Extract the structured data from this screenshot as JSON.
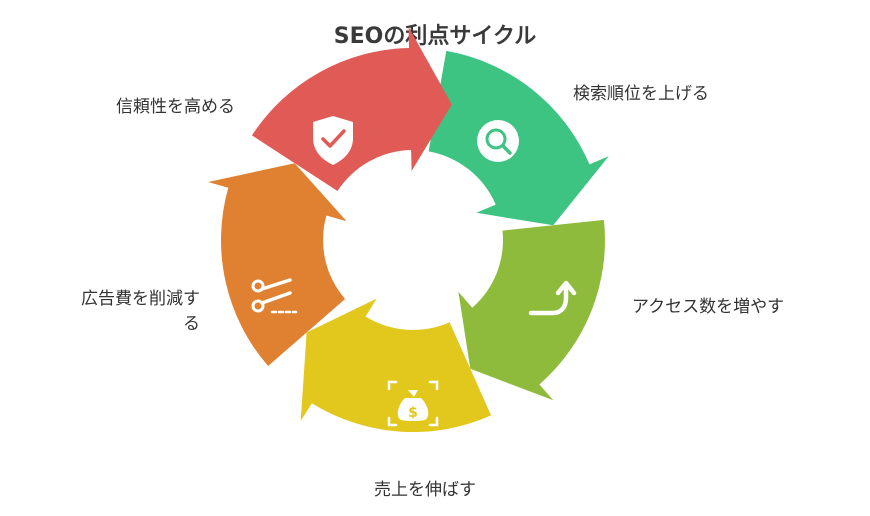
{
  "title": "SEOの利点サイクル",
  "steps": [
    {
      "label": "検索順位を上げる",
      "color": "#3dc483",
      "icon": "magnifier-icon"
    },
    {
      "label": "アクセス数を増やす",
      "color": "#8fbb3c",
      "icon": "upward-arrow-icon"
    },
    {
      "label": "売上を伸ばす",
      "color": "#e2c81d",
      "icon": "money-bag-icon"
    },
    {
      "label": "広告費を削減する",
      "label_line1": "広告費を削減す",
      "label_line2": "る",
      "color": "#df8130",
      "icon": "scissors-icon"
    },
    {
      "label": "信頼性を高める",
      "color": "#e05a56",
      "icon": "shield-check-icon"
    }
  ]
}
